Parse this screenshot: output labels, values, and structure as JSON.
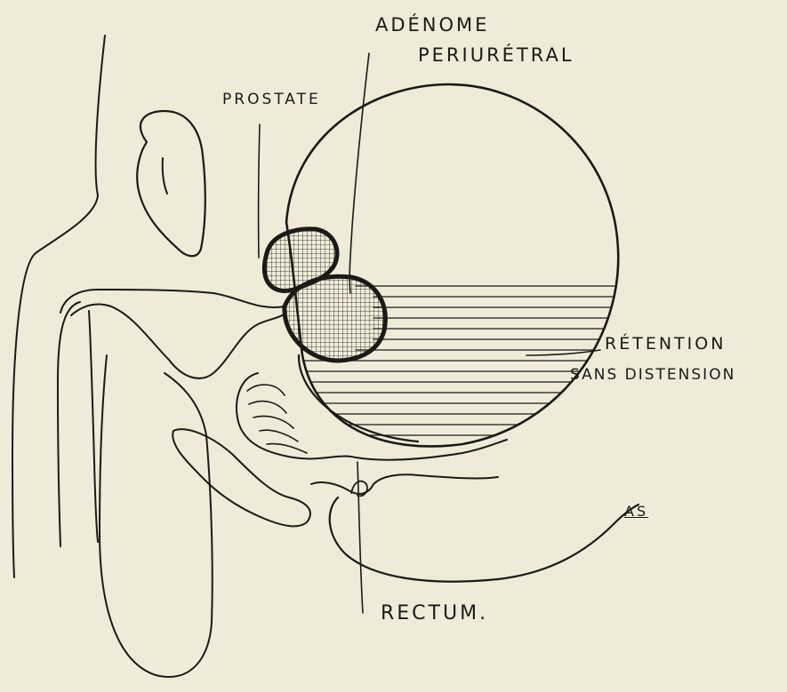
{
  "labels": {
    "adenome_line1": "ADÉNOME",
    "adenome_line2": "PERIURÉTRAL",
    "prostate": "PROSTATE",
    "retention_line1": "RÉTENTION",
    "retention_line2": "SANS DISTENSION",
    "as": "AS",
    "rectum": "RECTUM."
  },
  "colors": {
    "paper": "#efebd8",
    "ink": "#1b1a17"
  }
}
